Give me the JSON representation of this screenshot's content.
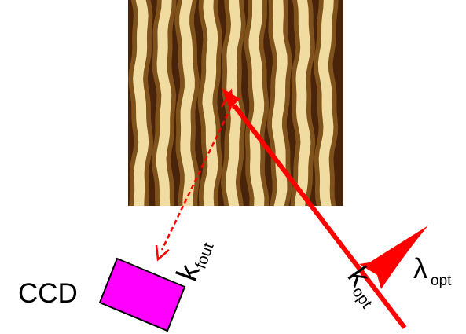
{
  "colors": {
    "background": "#ffffff",
    "stripe_dark": "#3a1a04",
    "stripe_mid": "#8a5a1e",
    "stripe_bright": "#f0dca0",
    "beam": "#ff0000",
    "ccd_fill": "#ff00ff",
    "ccd_stroke": "#000000",
    "text": "#000000"
  },
  "labels": {
    "ccd": "CCD",
    "k_fout_main": "k",
    "k_fout_sub": "fout",
    "k_opt_main": "k",
    "k_opt_sub": "opt",
    "lambda_main": "λ",
    "lambda_sub": "opt"
  },
  "elements": {
    "afm_image": "afm-stripe-image",
    "incident_beam": "incident-beam-arrow",
    "scattered_beam": "scattered-beam-arrow",
    "ccd_detector": "ccd-detector",
    "wavelength_marker": "wavelength-marker"
  },
  "afm_image": {
    "stripe_count": 9
  }
}
